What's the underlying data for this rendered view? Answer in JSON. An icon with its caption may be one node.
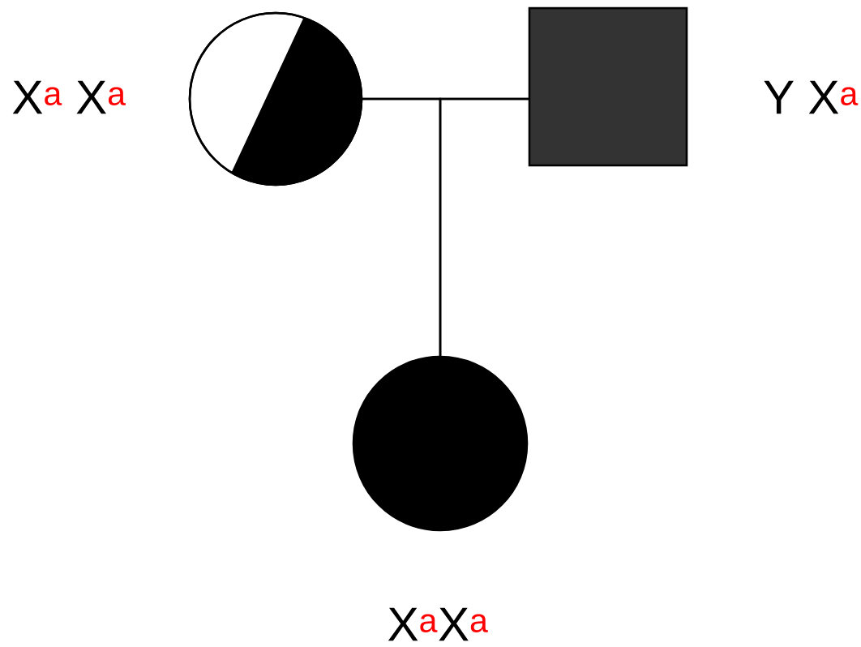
{
  "diagram": {
    "nodes": [
      {
        "text": [],
        "shape": "circle",
        "beside": [
          "X$^{a}$ X$^{a}$"
        ]
      },
      {
        "text": [],
        "shape": "box",
        "beside": [
          "Y X$^{a}$"
        ]
      },
      {
        "text": [],
        "shape": "circle",
        "beside": [
          "X$^{a}$X$^{a}$"
        ]
      }
    ],
    "edges": [
      {
        "from": 0,
        "to": 1,
        "arrow": "none"
      },
      {
        "from": 0,
        "to": 2,
        "arrow": "none"
      },
      {
        "from": 1,
        "to": 2,
        "arrow": "none"
      }
    ]
  }
}
